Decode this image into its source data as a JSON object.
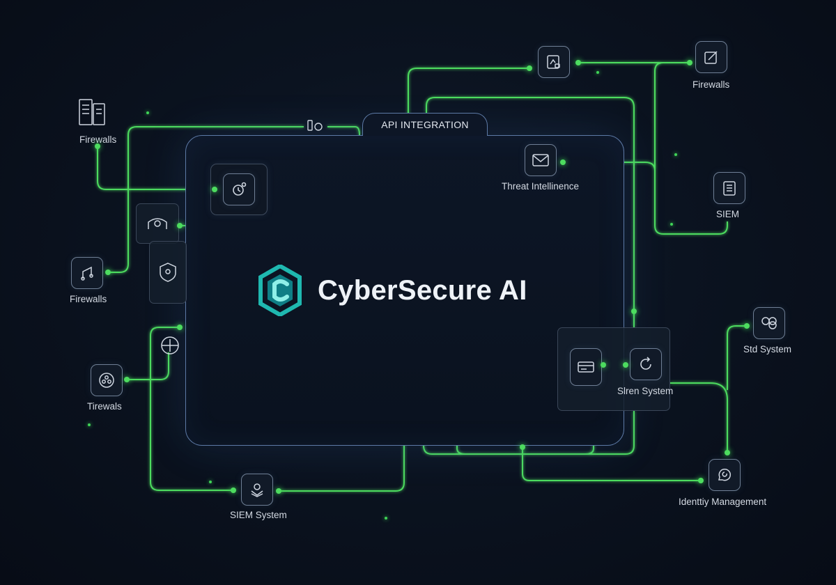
{
  "brand": {
    "name": "CyberSecure AI"
  },
  "api_tab": {
    "label": "API INTEGRATION"
  },
  "nodes": {
    "firewalls_top_left": "Firewalls",
    "firewalls_mid_left": "Firewalls",
    "tirewals_left": "Tirewals",
    "siem_system_bottom": "SIEM System",
    "firewalls_top_right": "Firewalls",
    "threat_intelligence": "Threat Intellinence",
    "siem_right": "SIEM",
    "std_system": "Std System",
    "siren_system": "Slren System",
    "identity_management": "Identtiy Management"
  },
  "colors": {
    "connector": "#4ddc5f",
    "panel_border": "#5d7aa6",
    "brand_accent": "#1fb8b0",
    "background": "#0b1320"
  },
  "icons": [
    "server-rack-icon",
    "lock-chart-icon",
    "nodes-circle-icon",
    "cube-gear-icon",
    "document-check-icon",
    "clock-target-icon",
    "bridge-icon",
    "shield-circuit-icon",
    "key-tool-icon",
    "pen-edit-icon",
    "envelope-icon",
    "clipboard-icon",
    "link-icon",
    "card-stack-icon",
    "refresh-icon",
    "chat-refresh-icon"
  ]
}
